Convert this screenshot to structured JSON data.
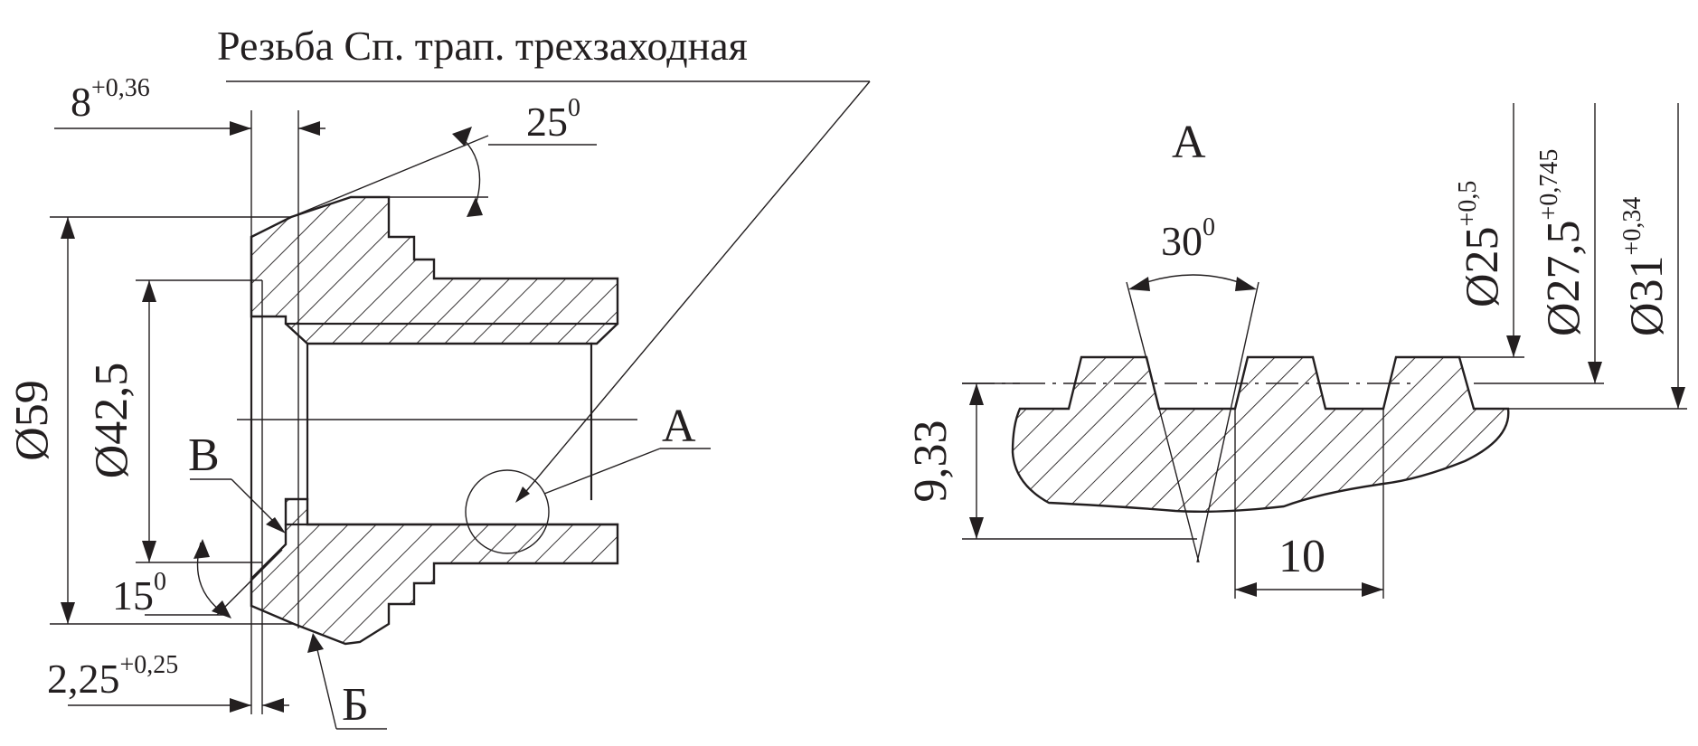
{
  "drawing": {
    "title_note": "Резьба Сп. трап. трехзаходная",
    "left_view": {
      "dim_width": {
        "base": "8",
        "tol": "+0,36"
      },
      "dim_angle_top": {
        "base": "25",
        "sup": "0"
      },
      "dim_outer_diameter": "Ø59",
      "dim_inner_diameter": "Ø42,5",
      "dim_angle_bottom": {
        "base": "15",
        "sup": "0"
      },
      "dim_chamfer": {
        "base": "2,25",
        "tol": "+0,25"
      },
      "label_b": "В",
      "label_be": "Б",
      "label_a": "А"
    },
    "detail_view": {
      "title": "А",
      "dim_angle": {
        "base": "30",
        "sup": "0"
      },
      "dim_height": "9,33",
      "dim_pitch": "10",
      "dim_d25": {
        "base": "Ø25",
        "tol": "+0,5"
      },
      "dim_d27": {
        "base": "Ø27,5",
        "tol": "+0,745"
      },
      "dim_d31": {
        "base": "Ø31",
        "tol": "+0,34"
      }
    },
    "colors": {
      "ink": "#231f20",
      "paper": "#ffffff"
    }
  }
}
